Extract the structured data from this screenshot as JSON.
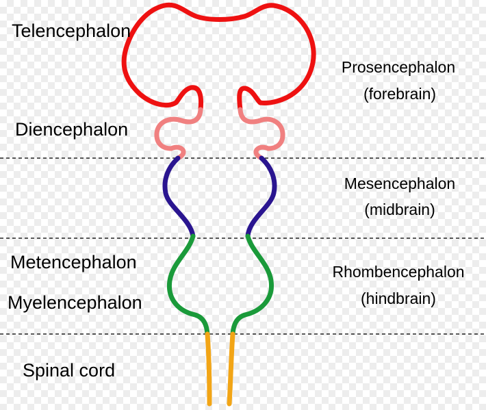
{
  "labels": {
    "telencephalon": "Telencephalon",
    "diencephalon": "Diencephalon",
    "metencephalon": "Metencephalon",
    "myelencephalon": "Myelencephalon",
    "spinal_cord": "Spinal cord",
    "prosencephalon": "Prosencephalon",
    "forebrain": "(forebrain)",
    "mesencephalon": "Mesencephalon",
    "midbrain": "(midbrain)",
    "rhombencephalon": "Rhombencephalon",
    "hindbrain": "(hindbrain)"
  },
  "colors": {
    "telencephalon": "#ee1111",
    "diencephalon": "#f08080",
    "mesencephalon": "#2a1590",
    "rhombencephalon": "#1a9a3a",
    "spinal_cord": "#f2a516",
    "divider": "#222222"
  }
}
